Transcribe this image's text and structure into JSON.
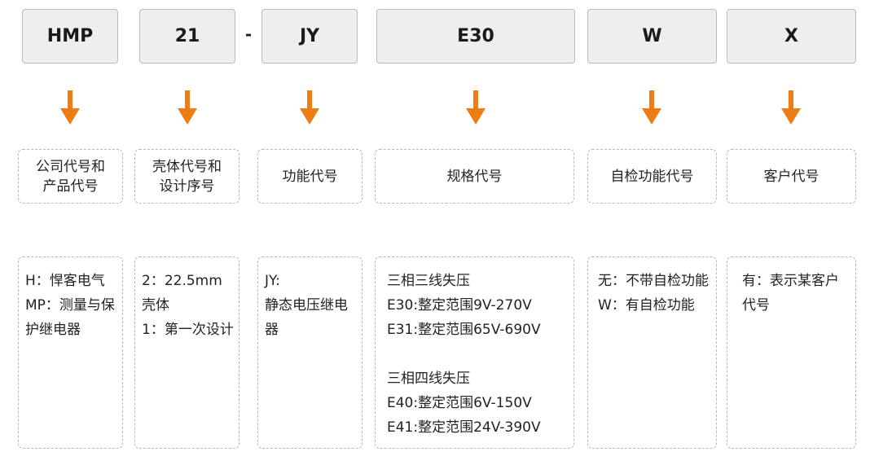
{
  "codes": [
    "HMP",
    "21",
    "JY",
    "E30",
    "W",
    "X"
  ],
  "separator": "-",
  "labels": [
    [
      "公司代号和",
      "产品代号"
    ],
    [
      "壳体代号和",
      "设计序号"
    ],
    [
      "功能代号"
    ],
    [
      "规格代号"
    ],
    [
      "自检功能代号"
    ],
    [
      "客户代号"
    ]
  ],
  "descriptions": {
    "hmp": [
      "H：悍客电气",
      "MP：测量与保护继电器"
    ],
    "shell": [
      "2：22.5mm壳体",
      "1：第一次设计"
    ],
    "function": [
      "JY:",
      "静态电压继电器"
    ],
    "spec": {
      "group1": [
        "三相三线失压",
        "E30:整定范围9V-270V",
        "E31:整定范围65V-690V"
      ],
      "group2": [
        "三相四线失压",
        "E40:整定范围6V-150V",
        "E41:整定范围24V-390V"
      ]
    },
    "selfcheck": [
      "无：不带自检功能",
      "W：有自检功能"
    ],
    "customer": [
      "有：表示某客户代号"
    ]
  },
  "colors": {
    "arrow": "#ee7d16",
    "code_bg": "#eeeeee"
  }
}
